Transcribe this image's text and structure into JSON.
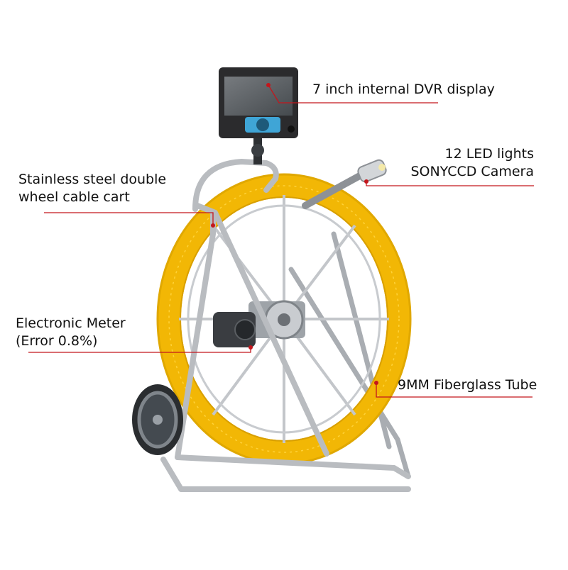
{
  "image": {
    "subject": "pipe inspection camera system with cable reel cart",
    "background_color": "#ffffff"
  },
  "callouts": {
    "dvr_display": {
      "text": "7 inch internal DVR display"
    },
    "camera": {
      "line1": "12 LED lights",
      "line2": "SONYCCD Camera"
    },
    "cart": {
      "line1": "Stainless steel double",
      "line2": "wheel cable cart"
    },
    "meter": {
      "line1": "Electronic Meter",
      "line2": "(Error 0.8%)"
    },
    "tube": {
      "text": "9MM Fiberglass Tube"
    }
  },
  "colors": {
    "leader_line": "#c4161c",
    "label_text": "#111111",
    "fiberglass": "#f2b705",
    "steel": "#b9bcc0",
    "monitor": "#2b2b2d",
    "wheel": "#7f858b"
  },
  "icons": {
    "leader_endpoint": "red-dot"
  }
}
